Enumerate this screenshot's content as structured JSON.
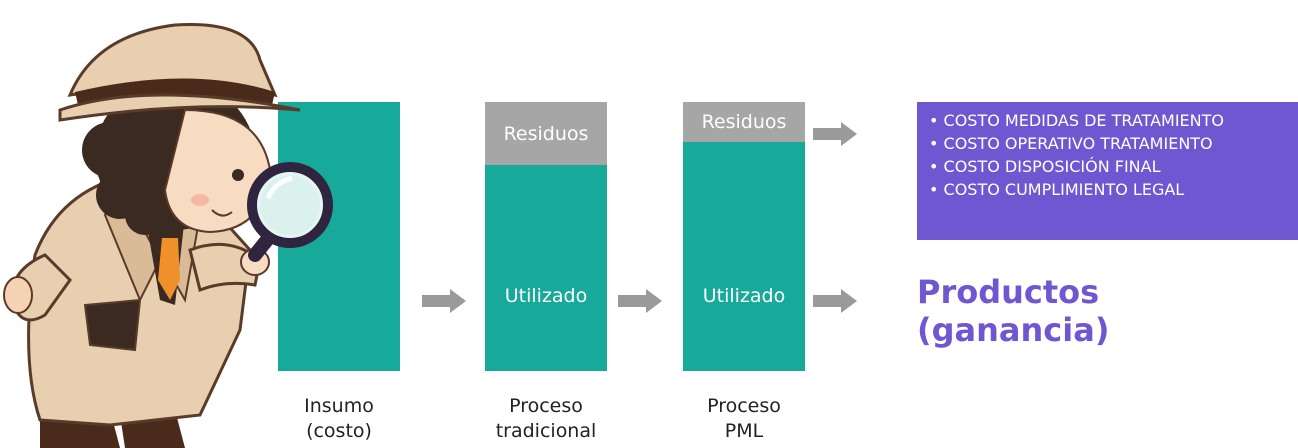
{
  "stages": {
    "insumo": {
      "caption_line1": "Insumo",
      "caption_line2": "(costo)"
    },
    "tradicional": {
      "waste_label": "Residuos",
      "used_label": "Utilizado",
      "caption_line1": "Proceso",
      "caption_line2": "tradicional"
    },
    "pml": {
      "waste_label": "Residuos",
      "used_label": "Utilizado",
      "caption_line1": "Proceso",
      "caption_line2": "PML"
    }
  },
  "cost_list": {
    "items": [
      "• COSTO MEDIDAS DE TRATAMIENTO",
      "• COSTO OPERATIVO TRATAMIENTO",
      "• COSTO DISPOSICIÓN FINAL",
      "• COSTO CUMPLIMIENTO LEGAL"
    ]
  },
  "products": {
    "line1": "Productos",
    "line2": "(ganancia)"
  },
  "colors": {
    "teal": "#17a99a",
    "grey": "#a6a6a6",
    "purple": "#6f57d1",
    "arrow": "#9a9a9a"
  },
  "illustration": {
    "name": "detective-with-magnifying-glass-illustration"
  }
}
